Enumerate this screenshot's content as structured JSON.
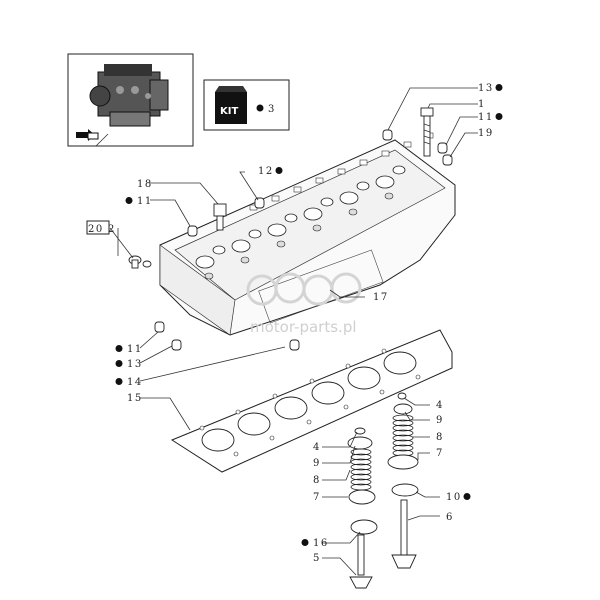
{
  "kit": {
    "label": "KIT",
    "ref": "3"
  },
  "callouts": [
    {
      "id": "c13a",
      "text": "13",
      "dot": true
    },
    {
      "id": "c1",
      "text": "1",
      "dot": false
    },
    {
      "id": "c11a",
      "text": "11",
      "dot": true
    },
    {
      "id": "c19",
      "text": "19",
      "dot": false
    },
    {
      "id": "c12",
      "text": "12",
      "dot": true
    },
    {
      "id": "c18",
      "text": "18",
      "dot": false
    },
    {
      "id": "c11b",
      "text": "11",
      "dot": true
    },
    {
      "id": "c20",
      "text": "20",
      "dot": false
    },
    {
      "id": "c2",
      "text": "2",
      "dot": false
    },
    {
      "id": "c17",
      "text": "17",
      "dot": false
    },
    {
      "id": "c11c",
      "text": "11",
      "dot": true
    },
    {
      "id": "c13b",
      "text": "13",
      "dot": true
    },
    {
      "id": "c14",
      "text": "14",
      "dot": true
    },
    {
      "id": "c15",
      "text": "15",
      "dot": false
    },
    {
      "id": "c4a",
      "text": "4",
      "dot": false
    },
    {
      "id": "c9a",
      "text": "9",
      "dot": false
    },
    {
      "id": "c8a",
      "text": "8",
      "dot": false
    },
    {
      "id": "c7a",
      "text": "7",
      "dot": false
    },
    {
      "id": "c4b",
      "text": "4",
      "dot": false
    },
    {
      "id": "c9b",
      "text": "9",
      "dot": false
    },
    {
      "id": "c8b",
      "text": "8",
      "dot": false
    },
    {
      "id": "c7b",
      "text": "7",
      "dot": false
    },
    {
      "id": "c10",
      "text": "10",
      "dot": true
    },
    {
      "id": "c6",
      "text": "6",
      "dot": false
    },
    {
      "id": "c16",
      "text": "16",
      "dot": true
    },
    {
      "id": "c5",
      "text": "5",
      "dot": false
    }
  ],
  "watermark": "motor-parts.pl"
}
